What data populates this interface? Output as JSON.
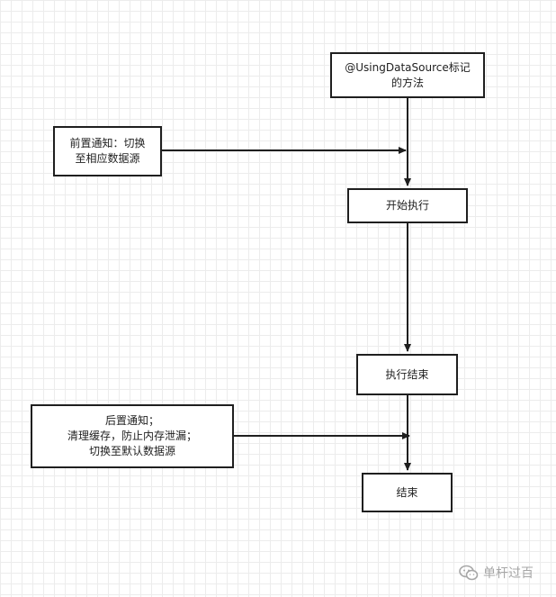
{
  "diagram": {
    "nodes": {
      "annotated_method": "@UsingDataSource标记\n的方法",
      "start_execution": "开始执行",
      "end_execution": "执行结束",
      "end": "结束",
      "pre_notification": "前置通知：切换\n至相应数据源",
      "post_notification": "后置通知；\n清理缓存，防止内存泄漏；\n切换至默认数据源"
    },
    "colors": {
      "stroke": "#1f1f1f",
      "grid": "#ececec",
      "watermark": "#a7a7a7"
    }
  },
  "watermark": {
    "icon": "wechat-icon",
    "text": "单杆过百"
  }
}
